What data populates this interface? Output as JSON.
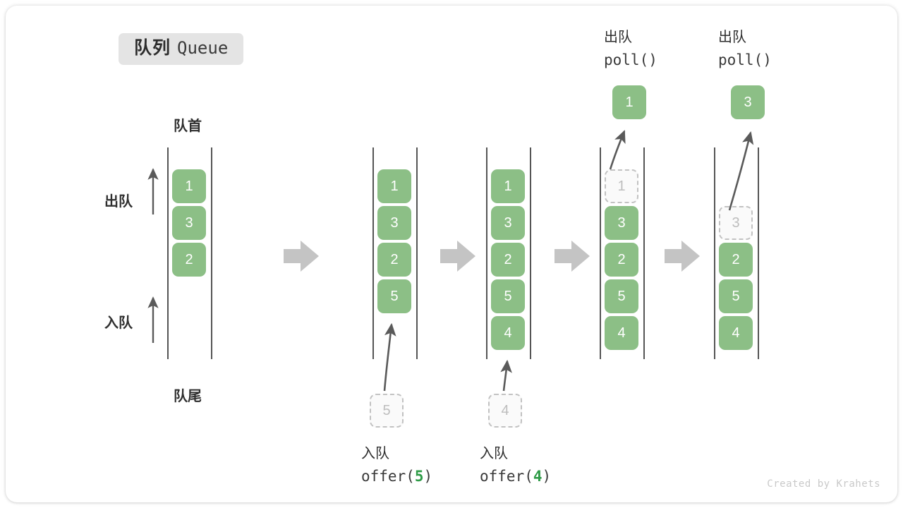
{
  "title": {
    "cn": "队列",
    "en": "Queue"
  },
  "labels": {
    "front": "队首",
    "rear": "队尾",
    "dequeue": "出队",
    "enqueue": "入队"
  },
  "credit": "Created by Krahets",
  "colors": {
    "element_fill": "#8cbf86",
    "element_text": "#ffffff",
    "ghost_fill": "#fafafa",
    "ghost_border": "#c2c2c2",
    "ghost_text": "#bdbdbd",
    "rail": "#555555",
    "arrow": "#5a5a5a",
    "step_arrow": "#c4c4c4",
    "badge_bg": "#e4e4e4",
    "accent_green": "#2e9b47",
    "credit_text": "#c9c9c9"
  },
  "chart_data": {
    "type": "diagram",
    "title": "队列 Queue",
    "description": "Queue FIFO operation sequence: initial state, two offer() enqueues, two poll() dequeues",
    "steps": [
      {
        "index": 0,
        "operation": null,
        "operation_cn": null,
        "operation_code": null,
        "argument": null,
        "elements": [
          "1",
          "3",
          "2"
        ],
        "ghost": null,
        "popped": null
      },
      {
        "index": 1,
        "operation": "offer",
        "operation_cn": "入队",
        "operation_code": "offer(5)",
        "argument": "5",
        "elements": [
          "1",
          "3",
          "2",
          "5"
        ],
        "ghost": "5",
        "popped": null
      },
      {
        "index": 2,
        "operation": "offer",
        "operation_cn": "入队",
        "operation_code": "offer(4)",
        "argument": "4",
        "elements": [
          "1",
          "3",
          "2",
          "5",
          "4"
        ],
        "ghost": "4",
        "popped": null
      },
      {
        "index": 3,
        "operation": "poll",
        "operation_cn": "出队",
        "operation_code": "poll()",
        "argument": null,
        "elements": [
          "3",
          "2",
          "5",
          "4"
        ],
        "ghost": "1",
        "popped": "1"
      },
      {
        "index": 4,
        "operation": "poll",
        "operation_cn": "出队",
        "operation_code": "poll()",
        "argument": null,
        "elements": [
          "2",
          "5",
          "4"
        ],
        "ghost": "3",
        "popped": "3"
      }
    ]
  }
}
